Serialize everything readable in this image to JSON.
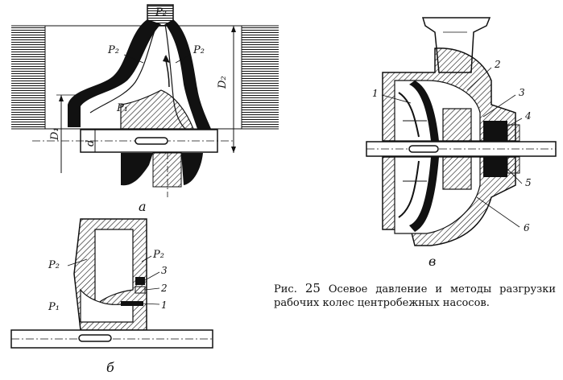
{
  "figure": {
    "caption_prefix": "Рис.",
    "caption_number": "25",
    "caption_text": "Осевое давление и методы разгрузки рабочих колес центробежных насосов."
  },
  "panel_a": {
    "sublabel": "а",
    "labels": {
      "p2_top": "P₂",
      "p2_left": "P₂",
      "p2_right": "P₂",
      "p1": "P₁",
      "d1": "D₁",
      "d2": "D₂",
      "d": "d"
    }
  },
  "panel_b": {
    "sublabel": "б",
    "labels": {
      "p2_left": "P₂",
      "p2_right": "P₂",
      "p1": "P₁",
      "n1": "1",
      "n2": "2",
      "n3": "3"
    }
  },
  "panel_v": {
    "sublabel": "в",
    "labels": {
      "n1": "1",
      "n2": "2",
      "n3": "3",
      "n4": "4",
      "n5": "5",
      "n6": "6"
    }
  }
}
